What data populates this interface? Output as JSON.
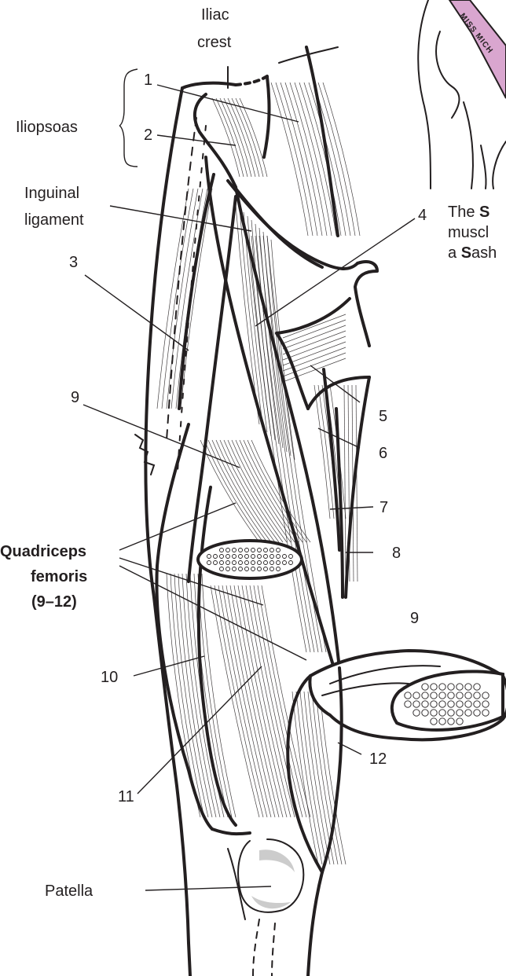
{
  "labels": {
    "iliac_crest_line1": "Iliac",
    "iliac_crest_line2": "crest",
    "iliopsoas": "Iliopsoas",
    "n1": "1",
    "n2": "2",
    "inguinal_line1": "Inguinal",
    "inguinal_line2": "ligament",
    "n3": "3",
    "n4": "4",
    "n5": "5",
    "n6": "6",
    "n7": "7",
    "n8": "8",
    "n9": "9",
    "n9b": "9",
    "n10": "10",
    "n11": "11",
    "n12": "12",
    "quadriceps_line1": "Quadriceps",
    "quadriceps_line2": "femoris",
    "quadriceps_line3": "(9–12)",
    "patella": "Patella"
  },
  "inset": {
    "sash_text": "MISS MICH",
    "caption_line1_pre": "The ",
    "caption_line1_bold": "S",
    "caption_line2": "muscl",
    "caption_line3_pre": "a ",
    "caption_line3_bold": "S",
    "caption_line3_post": "ash",
    "sash_color": "#d9a6cf"
  }
}
